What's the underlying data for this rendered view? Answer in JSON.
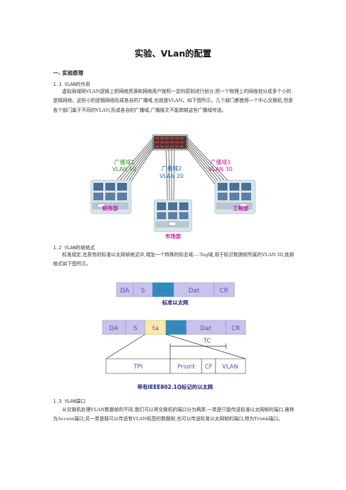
{
  "doc": {
    "title": "实验、VLan的配置",
    "section1": "一. 实验原理",
    "s11_heading": "1.1 VLAN的作用",
    "s11_para": "虚拟局域网VLAN逻辑上把网络资源和网络用户按照一定的原则进行划分,把一个物理上的网络划分成多个小的逻辑网络。这些小的逻辑网络形成各自的广播域,也就是VLAN。如下图所示。几个部门都使用一个中心交换机,但是各个部门属于不同的VLAN,形成各自的广播域,广播报文不能跨越这些广播域传送。",
    "s12_heading": "1.2 VLAN的帧格式",
    "s12_para": "标准规定,在原有的标准以太网帧格式中,增加一个特殊的标志域----Tag域,用于标识数据帧所属的VLAN ID,其帧格式如下图所示。",
    "s13_heading": "1.3 VLAN端口",
    "s13_para": "从交换机处理VLAN数据帧的不同,我们可以将交换机的端口分为两类:一类是只能传送标准以太网帧的端口,被称为Access端口;另一类是既可以传送有VLAN标签的数据帧,也可以传送标准以太网帧的端口,称为Trunk端口。"
  },
  "network_figure": {
    "bd1_line1": "广播域1",
    "bd1_line2": "VLAN 10",
    "bd2_line1": "广播域2",
    "bd2_line2": "VLAN 20",
    "bd3_line1": "广播域3",
    "bd3_line2": "VLAN 30",
    "dept_finance": "财务部",
    "dept_engineering": "工程部",
    "dept_market": "市场部"
  },
  "frame_figure": {
    "std_fields": [
      "DA",
      "S",
      "Type",
      "Dat",
      "CR"
    ],
    "std_caption": "标准以太网",
    "tag_fields": [
      "DA",
      "S",
      "ta",
      "Type",
      "Dat",
      "CR"
    ],
    "tc_label": "TC",
    "tag_detail": [
      "TPI",
      "Priorit",
      "CF",
      "VLAN"
    ],
    "tag_caption": "带有IEEE802.1Q标记的以太网"
  },
  "colors": {
    "field_fill": "#c8c3ec",
    "field_text": "#5a4fa8",
    "type_fill": "#2d8fc0",
    "tag_fill": "#fbe9ab",
    "label_green": "#3a8f2a",
    "label_magenta": "#c0209a"
  }
}
